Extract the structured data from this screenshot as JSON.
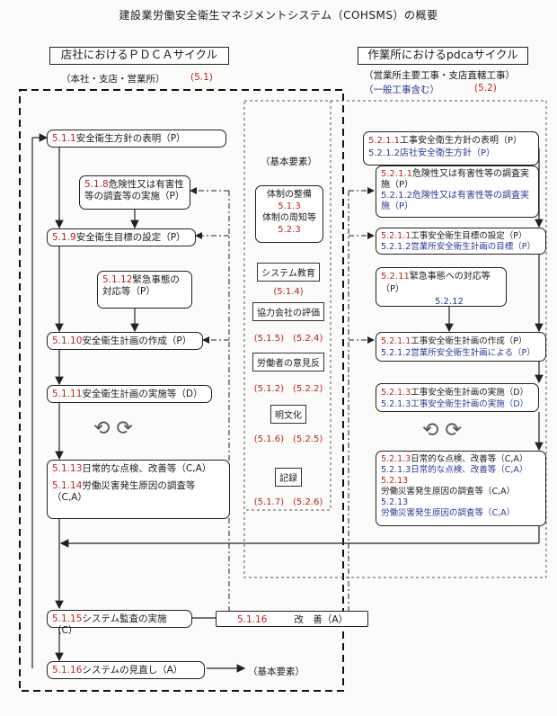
{
  "title": "建設業労働安全衛生マネジメントシステム（COHSMS）の概要",
  "left": {
    "header": "店社におけるＰＤＣＡサイクル",
    "scope": "（本社・支店・営業所）",
    "ref": "(5.1)",
    "b1_num": "5.1.1",
    "b1_text": "安全衛生方針の表明（P）",
    "b2_num": "5.1.8",
    "b2_text": "危険性又は有害性等の調査等の実施（P）",
    "b3_num": "5.1.9",
    "b3_text": "安全衛生目標の設定（P）",
    "b4_num": "5.1.12",
    "b4_text": "緊急事態の対応等（P）",
    "b5_num": "5.1.10",
    "b5_text": "安全衛生計画の作成（P）",
    "b6_num": "5.1.11",
    "b6_text": "安全衛生計画の実施等（D）",
    "b7a_num": "5.1.13",
    "b7a_text": "日常的な点検、改善等（C,A）",
    "b7b_num": "5.1.14",
    "b7b_text": "労働災害発生原因の調査等（C,A）",
    "b8_num": "5.1.15",
    "b8_text": "システム監査の実施（C）",
    "b9_num": "5.1.16",
    "b9_text": "システムの見直し（A）",
    "improve_num": "5.1.16",
    "improve_text": "改　善（A）",
    "basic_note": "（基本要素）"
  },
  "center": {
    "heading": "（基本要素）",
    "e1_l1": "体制の整備",
    "e1_n1": "5.1.3",
    "e1_l2": "体制の周知等",
    "e1_n2": "5.2.3",
    "e2_label": "システム教育",
    "e2_nums": "(5.1.4)",
    "e3_label": "協力会社の評価",
    "e3_nums": "(5.1.5)　(5.2.4)",
    "e4_label": "労働者の意見反",
    "e4_nums": "(5.1.2)　(5.2.2)",
    "e5_label": "明文化",
    "e5_nums": "(5.1.6)　(5.2.5)",
    "e6_label": "記録",
    "e6_nums": "(5.1.7)　(5.2.6)"
  },
  "right": {
    "header": "作業所におけるpdcaサイクル",
    "scope1": "（営業所主要工事・支店直轄工事）",
    "scope2": "（一般工事含む）",
    "ref": "(5.2)",
    "r1_num": "5.2.1.1",
    "r1_text": "工事安全衛生方針の表明（P）",
    "r1b_num": "5.2.1.2",
    "r1b_text": "店社安全衛生方針（P）",
    "r2_num": "5.2.1.1",
    "r2_text": "危険性又は有害性等の調査実施（P）",
    "r2b_num": "5.2.1.2",
    "r2b_text": "危険性又は有害性等の調査実施（P）",
    "r3_num": "5.2.1.1",
    "r3_text": "工事安全衛生目標の設定（P）",
    "r3b_num": "5.2.1.2",
    "r3b_text": "営業所安全衛生計画の目標（P）",
    "r4_num": "5.2.11",
    "r4_text": "緊急事態への対応等（P）",
    "r4b_num": "5.2.12",
    "r5_num": "5.2.1.1",
    "r5_text": "工事安全衛生計画の作成（P）",
    "r5b_num": "5.2.1.2",
    "r5b_text": "営業所安全衛生計画による（P）",
    "r6_num": "5.2.1.3",
    "r6_text": "工事安全衛生計画の実施（D）",
    "r6b_num": "5.2.1.3",
    "r6b_text": "工事安全衛生計画の実施（D）",
    "r7a_num": "5.2.1.3",
    "r7a_text": "日常的な点検、改善等（C,A）",
    "r7b_num": "5.2.1.3",
    "r7b_text": "日常的な点検、改善等（C,A）",
    "r7c_num": "5.2.13",
    "r7c_text": "労働災害発生原因の調査等（C,A）",
    "r7d_num": "5.2.13",
    "r7d_text": "労働災害発生原因の調査等（C,A）"
  },
  "colors": {
    "red": "#c0241b",
    "blue": "#2a3a9a",
    "line": "#222222"
  },
  "icons": [
    "cycle-arrows-icon"
  ]
}
